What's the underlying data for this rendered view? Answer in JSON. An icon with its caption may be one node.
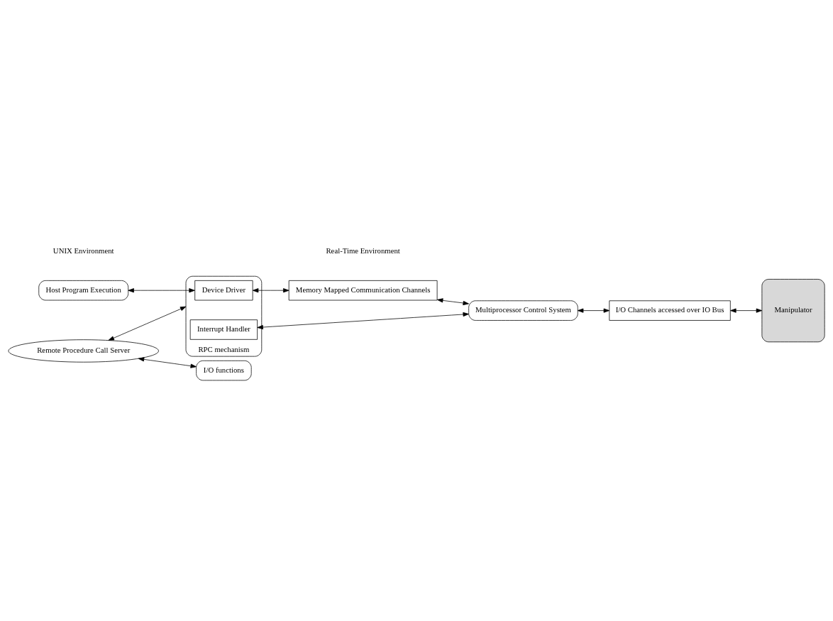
{
  "diagram": {
    "nodes": [
      {
        "text": [
          "Host Program Execution"
        ]
      },
      {
        "text": [
          "Remote Procedure Call Server"
        ]
      },
      {
        "text": [
          "I/O functions"
        ]
      },
      {
        "text": [
          "RPC mechanism"
        ]
      },
      {
        "text": [
          "Device Driver"
        ],
        "in": 3
      },
      {
        "text": [
          "Interrupt Handler"
        ],
        "in": 3
      },
      {
        "text": [
          "Memory Mapped Communication Channels"
        ]
      },
      {
        "text": [
          "Multiprocessor Control System"
        ]
      },
      {
        "text": [
          "I/O Channels accessed over IO Bus"
        ]
      },
      {
        "text": [
          "Manipulator"
        ]
      }
    ],
    "edges": [
      {
        "from": 0,
        "to": 4,
        "arrow": "both"
      },
      {
        "from": 1,
        "to": 3,
        "arrow": "both"
      },
      {
        "from": 1,
        "to": 2,
        "arrow": "both"
      },
      {
        "from": 4,
        "to": 6,
        "arrow": "both"
      },
      {
        "from": 5,
        "to": 7,
        "arrow": "both"
      },
      {
        "from": 6,
        "to": 7,
        "arrow": "both"
      },
      {
        "from": 7,
        "to": 8,
        "arrow": "both"
      },
      {
        "from": 8,
        "to": 9,
        "arrow": "both"
      }
    ],
    "labels": [
      "UNIX Environment",
      "Real-Time Environment"
    ]
  }
}
